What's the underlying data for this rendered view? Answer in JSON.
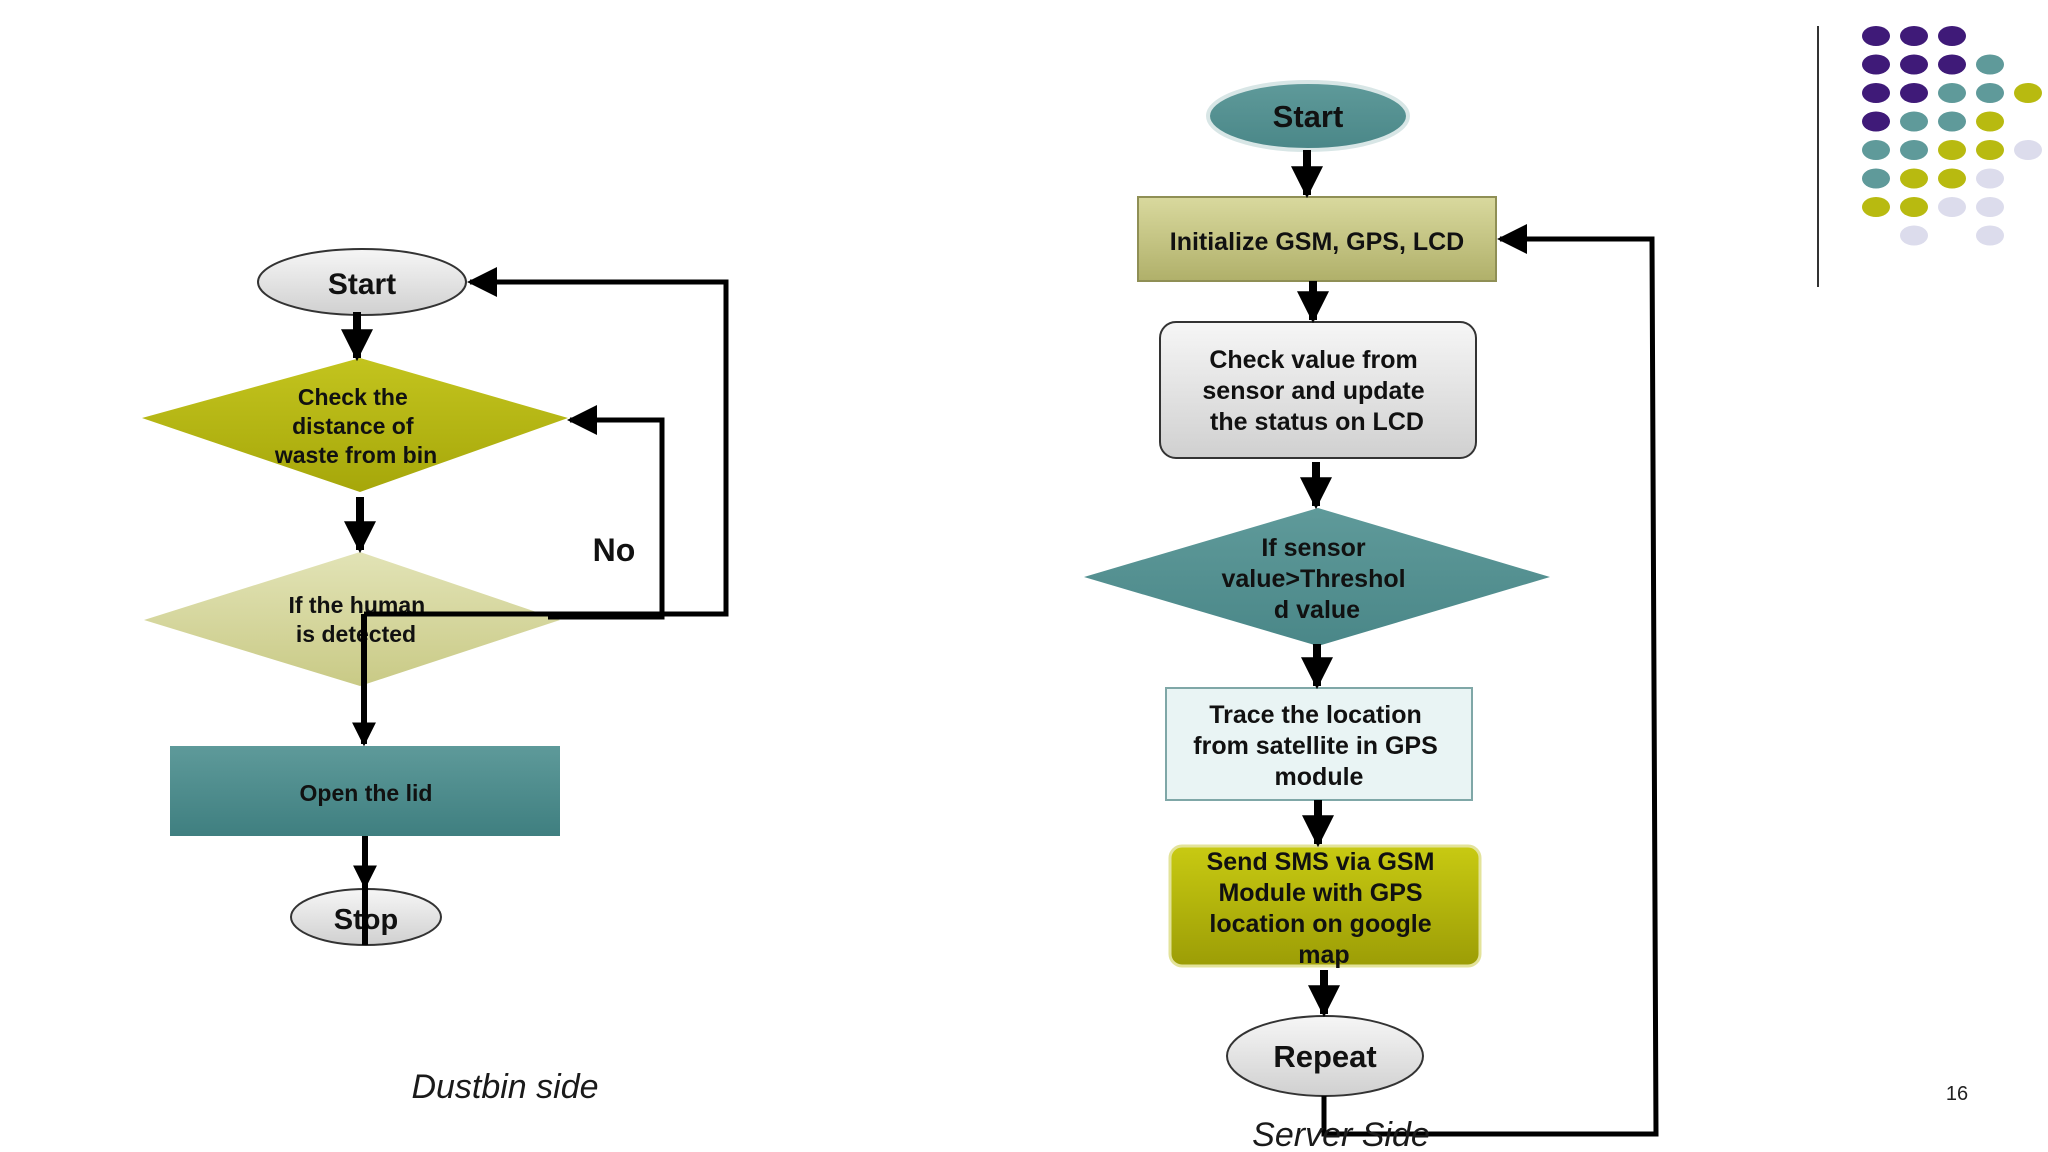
{
  "slide": {
    "page_number": "16",
    "colors": {
      "purple": "#3f1a78",
      "teal": "#5f9a9a",
      "olive": "#b8ba10",
      "olive_light": "#d6d7a0",
      "lavender": "#dcdcec",
      "khaki": "#c9c98a",
      "line": "#000000"
    }
  },
  "dustbin_flow": {
    "caption": "Dustbin side",
    "start": "Start",
    "check_distance": [
      "Check the",
      "distance of",
      "waste from bin"
    ],
    "human_detected": [
      "If the human",
      "is detected"
    ],
    "no_label": "No",
    "open_lid": "Open the lid",
    "stop": "Stop"
  },
  "server_flow": {
    "caption": "Server Side",
    "start": "Start",
    "initialize": "Initialize GSM, GPS, LCD",
    "check_value": [
      "Check value from",
      "sensor and update",
      "the status on LCD"
    ],
    "decision": [
      "If sensor",
      "value>Threshol",
      "d value"
    ],
    "trace": [
      "Trace the location",
      "from satellite in GPS",
      "module"
    ],
    "send_sms": [
      "Send SMS via GSM",
      "Module with GPS",
      "location on google",
      "map"
    ],
    "repeat": "Repeat"
  },
  "decoration": {
    "dot_grid": [
      [
        "purple",
        "purple",
        "purple",
        null,
        null
      ],
      [
        "purple",
        "purple",
        "purple",
        "teal",
        null
      ],
      [
        "purple",
        "purple",
        "teal",
        "teal",
        "olive"
      ],
      [
        "purple",
        "teal",
        "teal",
        "olive",
        null
      ],
      [
        "teal",
        "teal",
        "olive",
        "olive",
        "lavender"
      ],
      [
        "teal",
        "olive",
        "olive",
        "lavender",
        null
      ],
      [
        "olive",
        "olive",
        "lavender",
        "lavender",
        null
      ],
      [
        null,
        "lavender",
        null,
        "lavender",
        null
      ]
    ]
  }
}
